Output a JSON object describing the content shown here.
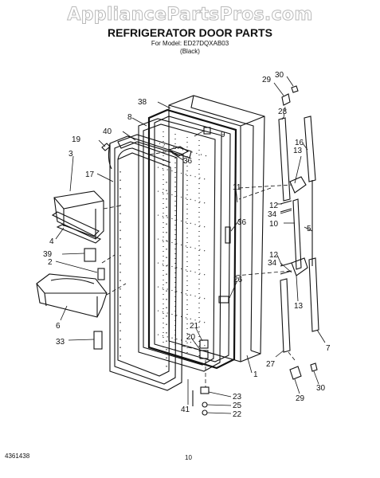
{
  "watermark": "AppliancePartsPros.com",
  "title": "REFRIGERATOR DOOR PARTS",
  "model_line": "For Model: ED27DQXAB03",
  "color_line": "(Black)",
  "footer_code": "4361438",
  "page_number": "10",
  "callouts": [
    "1",
    "2",
    "3",
    "4",
    "5",
    "6",
    "7",
    "8",
    "9",
    "10",
    "11",
    "12",
    "13",
    "16",
    "17",
    "19",
    "20",
    "21",
    "22",
    "23",
    "25",
    "26",
    "27",
    "28",
    "29",
    "30",
    "33",
    "34",
    "36",
    "38",
    "39",
    "40",
    "41"
  ]
}
